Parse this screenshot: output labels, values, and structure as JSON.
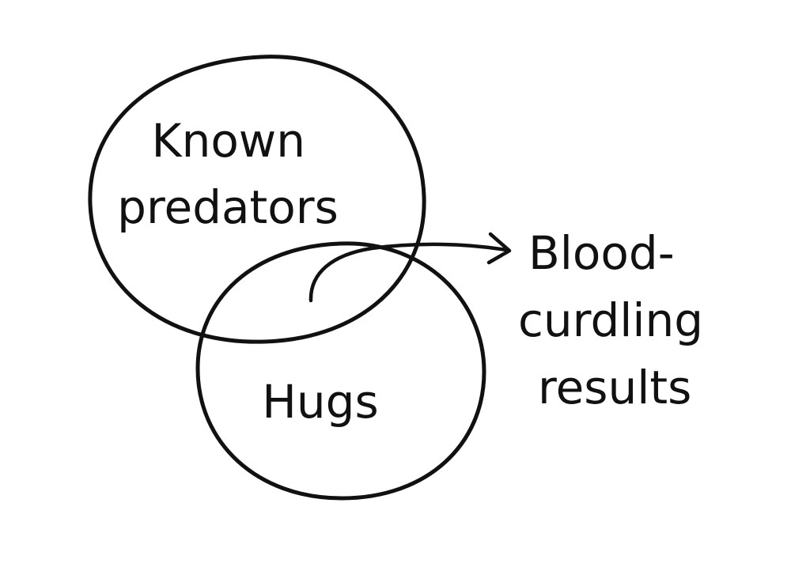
{
  "diagram": {
    "type": "venn",
    "sets": [
      {
        "label": [
          "Known",
          "predators"
        ]
      },
      {
        "label": [
          "Hugs"
        ]
      }
    ],
    "intersection_annotation": [
      "Blood-",
      "curdling",
      "results"
    ]
  },
  "colors": {
    "ink": "#111111",
    "paper": "#ffffff"
  }
}
